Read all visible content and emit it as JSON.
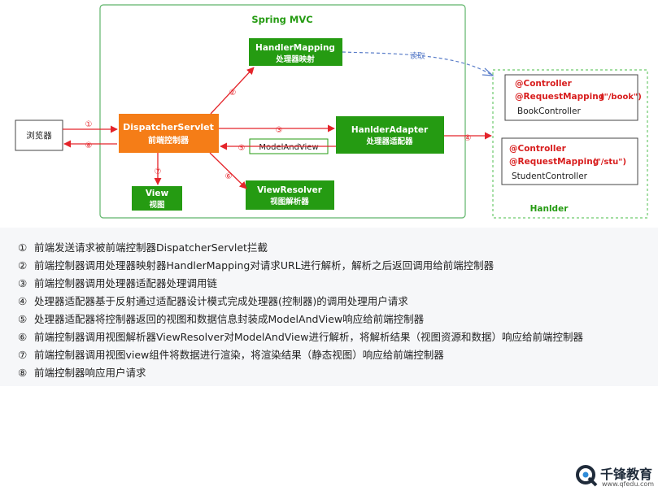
{
  "diagram": {
    "container_title": "Spring MVC",
    "browser": "浏览器",
    "dispatcher": {
      "name": "DispatcherServlet",
      "sub": "前端控制器"
    },
    "handler_mapping": {
      "name": "HandlerMapping",
      "sub": "处理器映射"
    },
    "handler_adapter": {
      "name": "HanlderAdapter",
      "sub": "处理器适配器"
    },
    "view_resolver": {
      "name": "ViewResolver",
      "sub": "视图解析器"
    },
    "view": {
      "name": "View",
      "sub": "视图"
    },
    "model_and_view": "ModelAndView",
    "read_label": "读取",
    "handler_group_title": "Hanlder",
    "book_controller": {
      "annotation1": "@Controller",
      "annotation2_key": "@RequestMapping",
      "annotation2_val": "(\"/book\")",
      "class": "BookController"
    },
    "student_controller": {
      "annotation1": "@Controller",
      "annotation2_key": "@RequestMapping",
      "annotation2_val": "(\"/stu\")",
      "class": "StudentController"
    },
    "arrow_labels": {
      "a1": "①",
      "a2": "②",
      "a3": "③",
      "a4": "④",
      "a5": "⑤",
      "a6": "⑥",
      "a7": "⑦",
      "a8": "⑧"
    },
    "colors": {
      "orange": "#f57d17",
      "green": "#259b12",
      "red": "#e4242a",
      "blue": "#5b7ec9",
      "container_border": "#5fb56a",
      "dashed_green": "#6cc96b"
    }
  },
  "steps": [
    {
      "num": "①",
      "text": "前端发送请求被前端控制器DispatcherServlet拦截"
    },
    {
      "num": "②",
      "text": "前端控制器调用处理器映射器HandlerMapping对请求URL进行解析，解析之后返回调用给前端控制器"
    },
    {
      "num": "③",
      "text": "前端控制器调用处理器适配器处理调用链"
    },
    {
      "num": "④",
      "text": "处理器适配器基于反射通过适配器设计模式完成处理器(控制器)的调用处理用户请求"
    },
    {
      "num": "⑤",
      "text": "处理器适配器将控制器返回的视图和数据信息封装成ModelAndView响应给前端控制器"
    },
    {
      "num": "⑥",
      "text": "前端控制器调用视图解析器ViewResolver对ModelAndView进行解析，将解析结果（视图资源和数据）响应给前端控制器"
    },
    {
      "num": "⑦",
      "text": "前端控制器调用视图view组件将数据进行渲染，将渲染结果（静态视图）响应给前端控制器"
    },
    {
      "num": "⑧",
      "text": "前端控制器响应用户请求"
    }
  ],
  "logo": {
    "name": "千锋教育",
    "url": "www.qfedu.com"
  }
}
